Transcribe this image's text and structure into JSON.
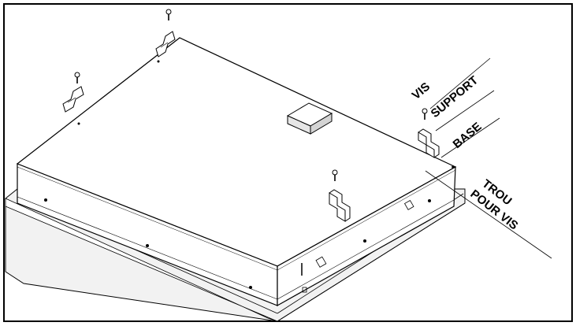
{
  "callouts": {
    "screw": "VIS",
    "bracket": "SUPPORT",
    "base": "BASE",
    "hole_line1": "TROU",
    "hole_line2": "POUR VIS"
  },
  "colors": {
    "line": "#000000",
    "fill": "#ffffff",
    "shade": "#e6e6e6"
  }
}
